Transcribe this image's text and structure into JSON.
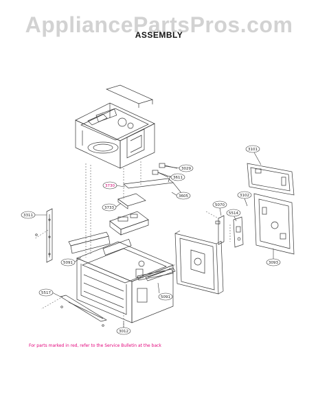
{
  "watermark": "AppliancePartsPros.com",
  "title": "ASSEMBLY",
  "colors": {
    "line": "#333333",
    "note": "#e2007a",
    "watermark": "#d2d2d2"
  },
  "callouts": {
    "c3029": "3029",
    "c3611": "3611",
    "c3730": "3730",
    "c3605": "3605",
    "c3733": "3733",
    "c3311": "3311",
    "c5091a": "5091",
    "c5070": "5070",
    "c3102": "3102",
    "c3101": "3101",
    "c5514": "5514",
    "c3093": "3093",
    "c5091b": "5091",
    "c5517": "5517",
    "c3012": "3012"
  },
  "footnote": "For parts marked in red, refer to the Service Bulletin at the back"
}
